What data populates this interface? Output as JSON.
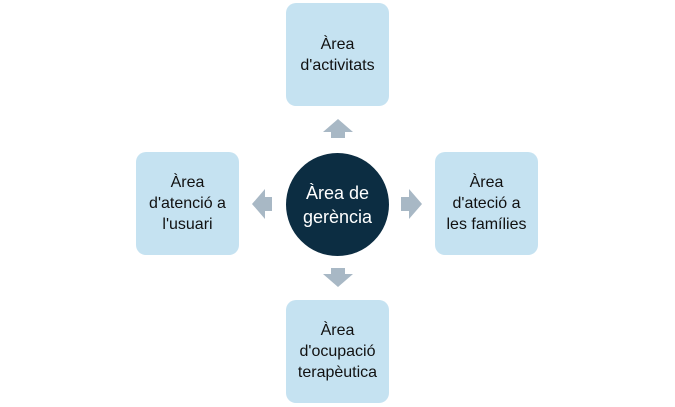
{
  "diagram": {
    "center": {
      "lines": [
        "Àrea de",
        "gerència"
      ],
      "color": "#0c2d42"
    },
    "nodes": {
      "top": {
        "lines": [
          "Àrea",
          "d'activitats"
        ]
      },
      "left": {
        "lines": [
          "Àrea",
          "d'atenció a",
          "l'usuari"
        ]
      },
      "right": {
        "lines": [
          "Àrea",
          "d'ateció a",
          "les famílies"
        ]
      },
      "bottom": {
        "lines": [
          "Àrea",
          "d'ocupació",
          "terapèutica"
        ]
      }
    },
    "node_color": "#c5e2f1",
    "arrow_color": "#a8b8c5"
  }
}
